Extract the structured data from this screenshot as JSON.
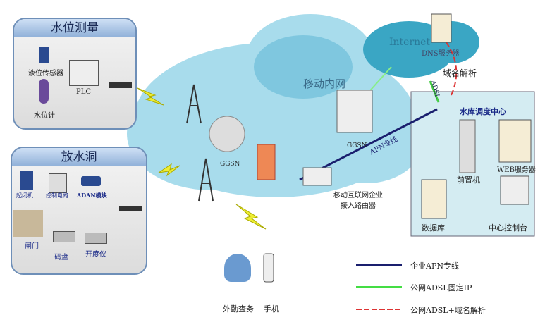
{
  "panels": {
    "water_level": {
      "title": "水位测量",
      "sensor": "液位传感器",
      "gauge": "水位计",
      "plc": "PLC"
    },
    "outlet": {
      "title": "放水洞",
      "hoist": "起闭机",
      "control": "控制电路",
      "module": "ADAN模块",
      "gate": "闸门",
      "encoder": "码盘",
      "meter": "开度仪"
    }
  },
  "network": {
    "mobile_net": "移动内网",
    "ggsn_left": "GGSN",
    "ggsn_right": "GGSN",
    "internet": "Internet",
    "dns": "DNS服务器",
    "domain_resolve": "域名解析",
    "adsl": "ADSL",
    "apn": "APN专线",
    "router": "移动互联网企业\n接入路由器",
    "field": "外勤查务",
    "phone": "手机"
  },
  "center": {
    "title": "水库调度中心",
    "frontend": "前置机",
    "web": "WEB服务器",
    "db": "数据库",
    "console": "中心控制台"
  },
  "legend": [
    {
      "label": "企业APN专线",
      "color": "#1a1f6e"
    },
    {
      "label": "公网ADSL固定IP",
      "color": "#44dd44"
    },
    {
      "label": "公网ADSL+域名解析",
      "color": "#dd3333"
    }
  ]
}
